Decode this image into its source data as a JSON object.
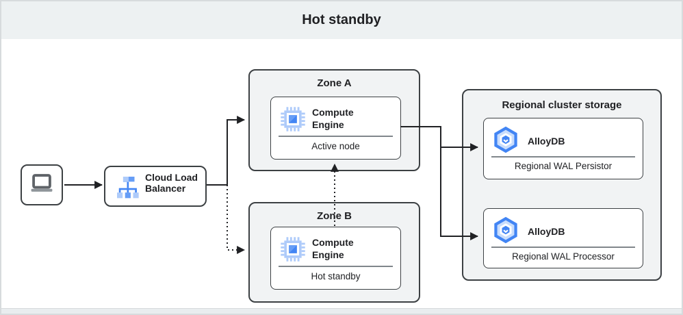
{
  "title": "Hot standby",
  "colors": {
    "accent_blue": "#4285f4",
    "blue_mid": "#669df6",
    "blue_light": "#aecbfa",
    "box_border": "#3c4043",
    "zone_bg": "#f1f3f4",
    "header_bg": "#edf1f2",
    "arrow": "#202124",
    "divider": "#80868b"
  },
  "icons": {
    "client": "laptop-icon",
    "load_balancer": "load-balancer-icon",
    "compute": "compute-engine-icon",
    "alloydb": "alloydb-icon"
  },
  "nodes": {
    "load_balancer": {
      "label": "Cloud Load Balancer"
    },
    "zone_a": {
      "label": "Zone A",
      "compute": {
        "label": "Compute Engine",
        "sublabel": "Active node"
      }
    },
    "zone_b": {
      "label": "Zone B",
      "compute": {
        "label": "Compute Engine",
        "sublabel": "Hot standby"
      }
    },
    "storage": {
      "label": "Regional cluster storage",
      "alloydb_persistor": {
        "label": "AlloyDB",
        "sublabel": "Regional WAL Persistor"
      },
      "alloydb_processor": {
        "label": "AlloyDB",
        "sublabel": "Regional WAL Processor"
      }
    }
  },
  "edges": [
    {
      "from": "client",
      "to": "load_balancer",
      "style": "solid"
    },
    {
      "from": "load_balancer",
      "to": "zone_a",
      "style": "solid"
    },
    {
      "from": "load_balancer",
      "to": "zone_b",
      "style": "dotted"
    },
    {
      "from": "zone_b_compute",
      "to": "zone_a_compute",
      "style": "dotted"
    },
    {
      "from": "zone_a_compute",
      "to": "alloydb_persistor",
      "style": "solid"
    },
    {
      "from": "zone_a_compute",
      "to": "alloydb_processor",
      "style": "solid"
    }
  ]
}
